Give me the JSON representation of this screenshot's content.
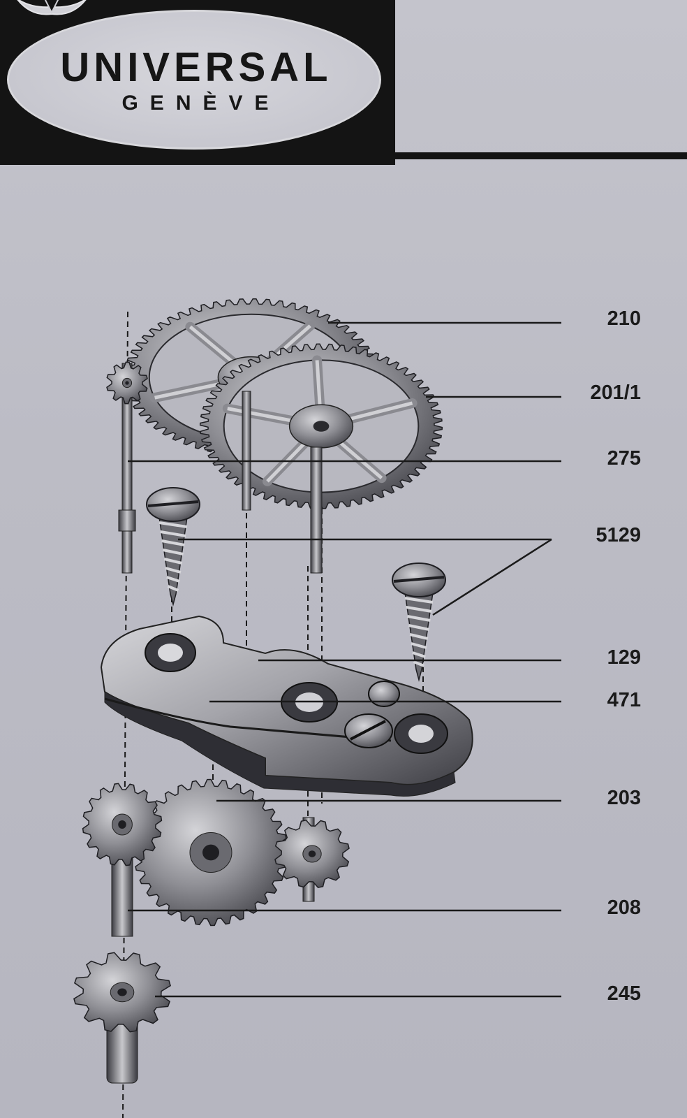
{
  "header": {
    "brand": "UNIVERSAL",
    "city": "GENÈVE"
  },
  "part_labels": [
    {
      "id": "210",
      "label": "210"
    },
    {
      "id": "201-1",
      "label": "201/1"
    },
    {
      "id": "275",
      "label": "275"
    },
    {
      "id": "5129",
      "label": "5129"
    },
    {
      "id": "129",
      "label": "129"
    },
    {
      "id": "471",
      "label": "471"
    },
    {
      "id": "203",
      "label": "203"
    },
    {
      "id": "208",
      "label": "208"
    },
    {
      "id": "245",
      "label": "245"
    }
  ],
  "colors": {
    "ink": "#141414",
    "paper": "#c0c0c8",
    "metal_light": "#a8a8ae",
    "metal_dark": "#3a3a3e"
  }
}
